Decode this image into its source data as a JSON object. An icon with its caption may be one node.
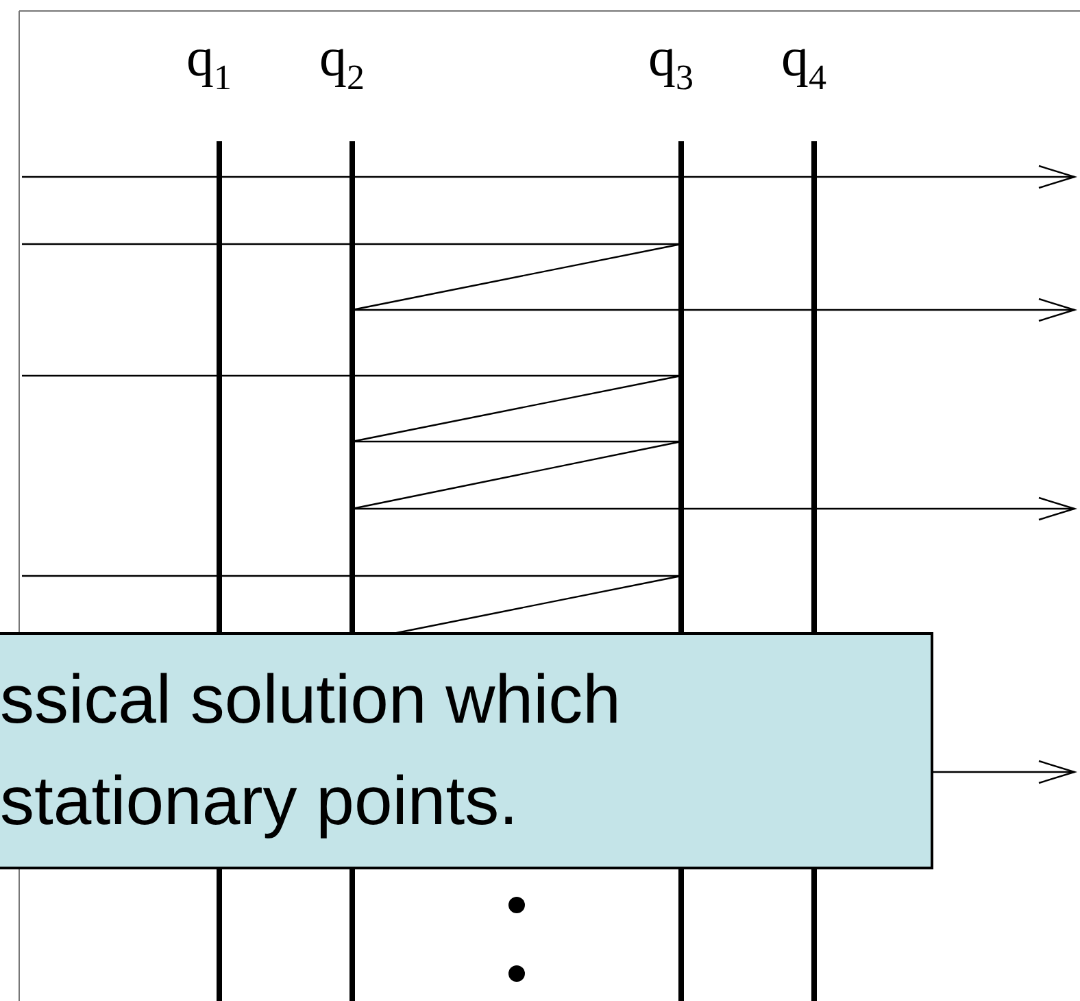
{
  "diagram": {
    "nodes": [
      {
        "text": [
          "ssical solution which stationary points."
        ]
      }
    ],
    "edges": [],
    "labels": [
      "q$_{1}$",
      "q$_{2}$",
      "q$_{3}$",
      "q$_{4}$"
    ]
  }
}
